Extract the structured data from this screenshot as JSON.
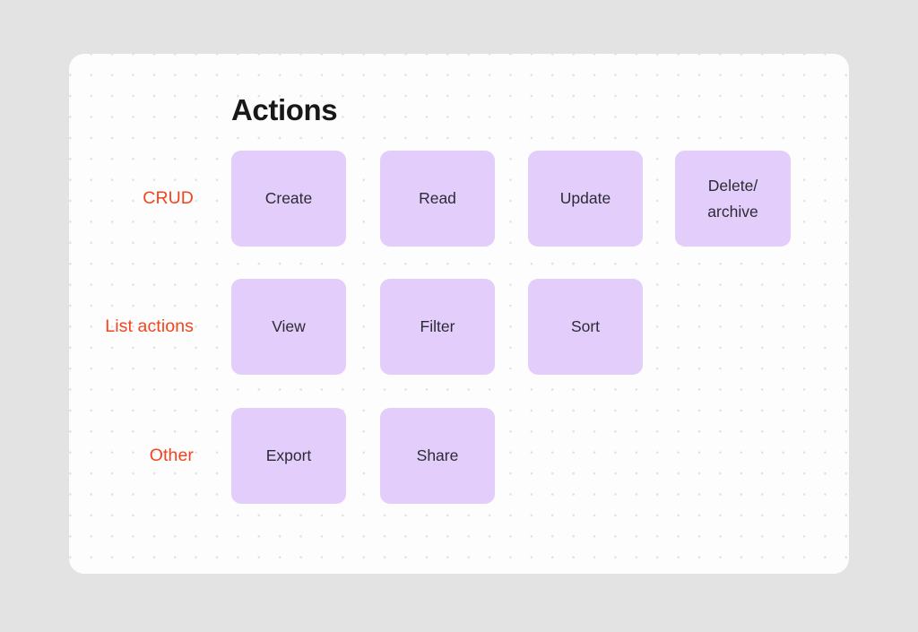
{
  "page": {
    "title": "Actions",
    "background_color": "#e3e3e3",
    "board_color": "#fdfdfd",
    "accent_color": "#f4441e",
    "tile_color": "#e3cdfb",
    "tile_text_color": "#2b2b35",
    "dot_color": "#e0e0e0"
  },
  "rows": [
    {
      "label": "CRUD",
      "tiles": [
        {
          "label": "Create"
        },
        {
          "label": "Read"
        },
        {
          "label": "Update"
        },
        {
          "label": "Delete/\narchive"
        }
      ]
    },
    {
      "label": "List actions",
      "tiles": [
        {
          "label": "View"
        },
        {
          "label": "Filter"
        },
        {
          "label": "Sort"
        }
      ]
    },
    {
      "label": "Other",
      "tiles": [
        {
          "label": "Export"
        },
        {
          "label": "Share"
        }
      ]
    }
  ]
}
